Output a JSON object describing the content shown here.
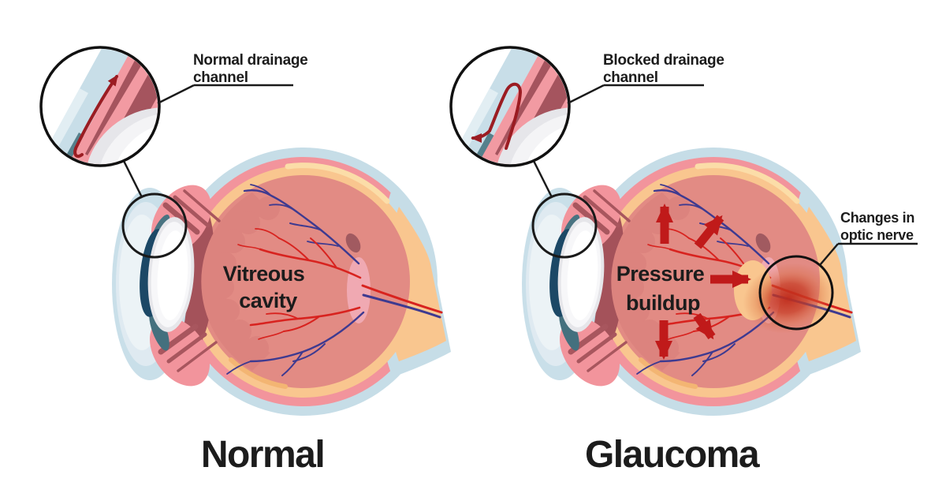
{
  "figure": {
    "description": "Side-by-side cross-section diagrams of a normal eye and an eye with glaucoma"
  },
  "panels": {
    "left": {
      "caption": "Normal",
      "callout": {
        "line1": "Normal drainage",
        "line2": "channel"
      },
      "cavity": {
        "line1": "Vitreous",
        "line2": "cavity"
      }
    },
    "right": {
      "caption": "Glaucoma",
      "callout": {
        "line1": "Blocked drainage",
        "line2": "channel"
      },
      "pressure": {
        "line1": "Pressure",
        "line2": "buildup"
      },
      "optic": {
        "line1": "Changes in",
        "line2": "optic nerve"
      }
    }
  },
  "colors": {
    "background": "#ffffff",
    "sclera_blue": "#c6dde7",
    "cornea_pale": "#dfeaf1",
    "pink_ring": "#f2949c",
    "choroid_peach": "#f9c68f",
    "cream_arc": "#fbdda8",
    "orange_arc": "#f3b573",
    "vitreous": "#e28b84",
    "ciliary_scallop": "#dc837e",
    "lens_chamber_dark": "#a4525a",
    "muscle_stripe": "#a8565e",
    "iris_navy": "#1c4866",
    "teal": "#4a7482",
    "lens_white": "#f7f7f9",
    "artery_red": "#d8231f",
    "vein_blue": "#3e3a90",
    "pressure_arrow_red": "#c01a1a",
    "channel_arrow_red": "#9b1c22",
    "nerve_glow_red": "#bf2a1a",
    "annotation_line": "#1a1a1a"
  }
}
